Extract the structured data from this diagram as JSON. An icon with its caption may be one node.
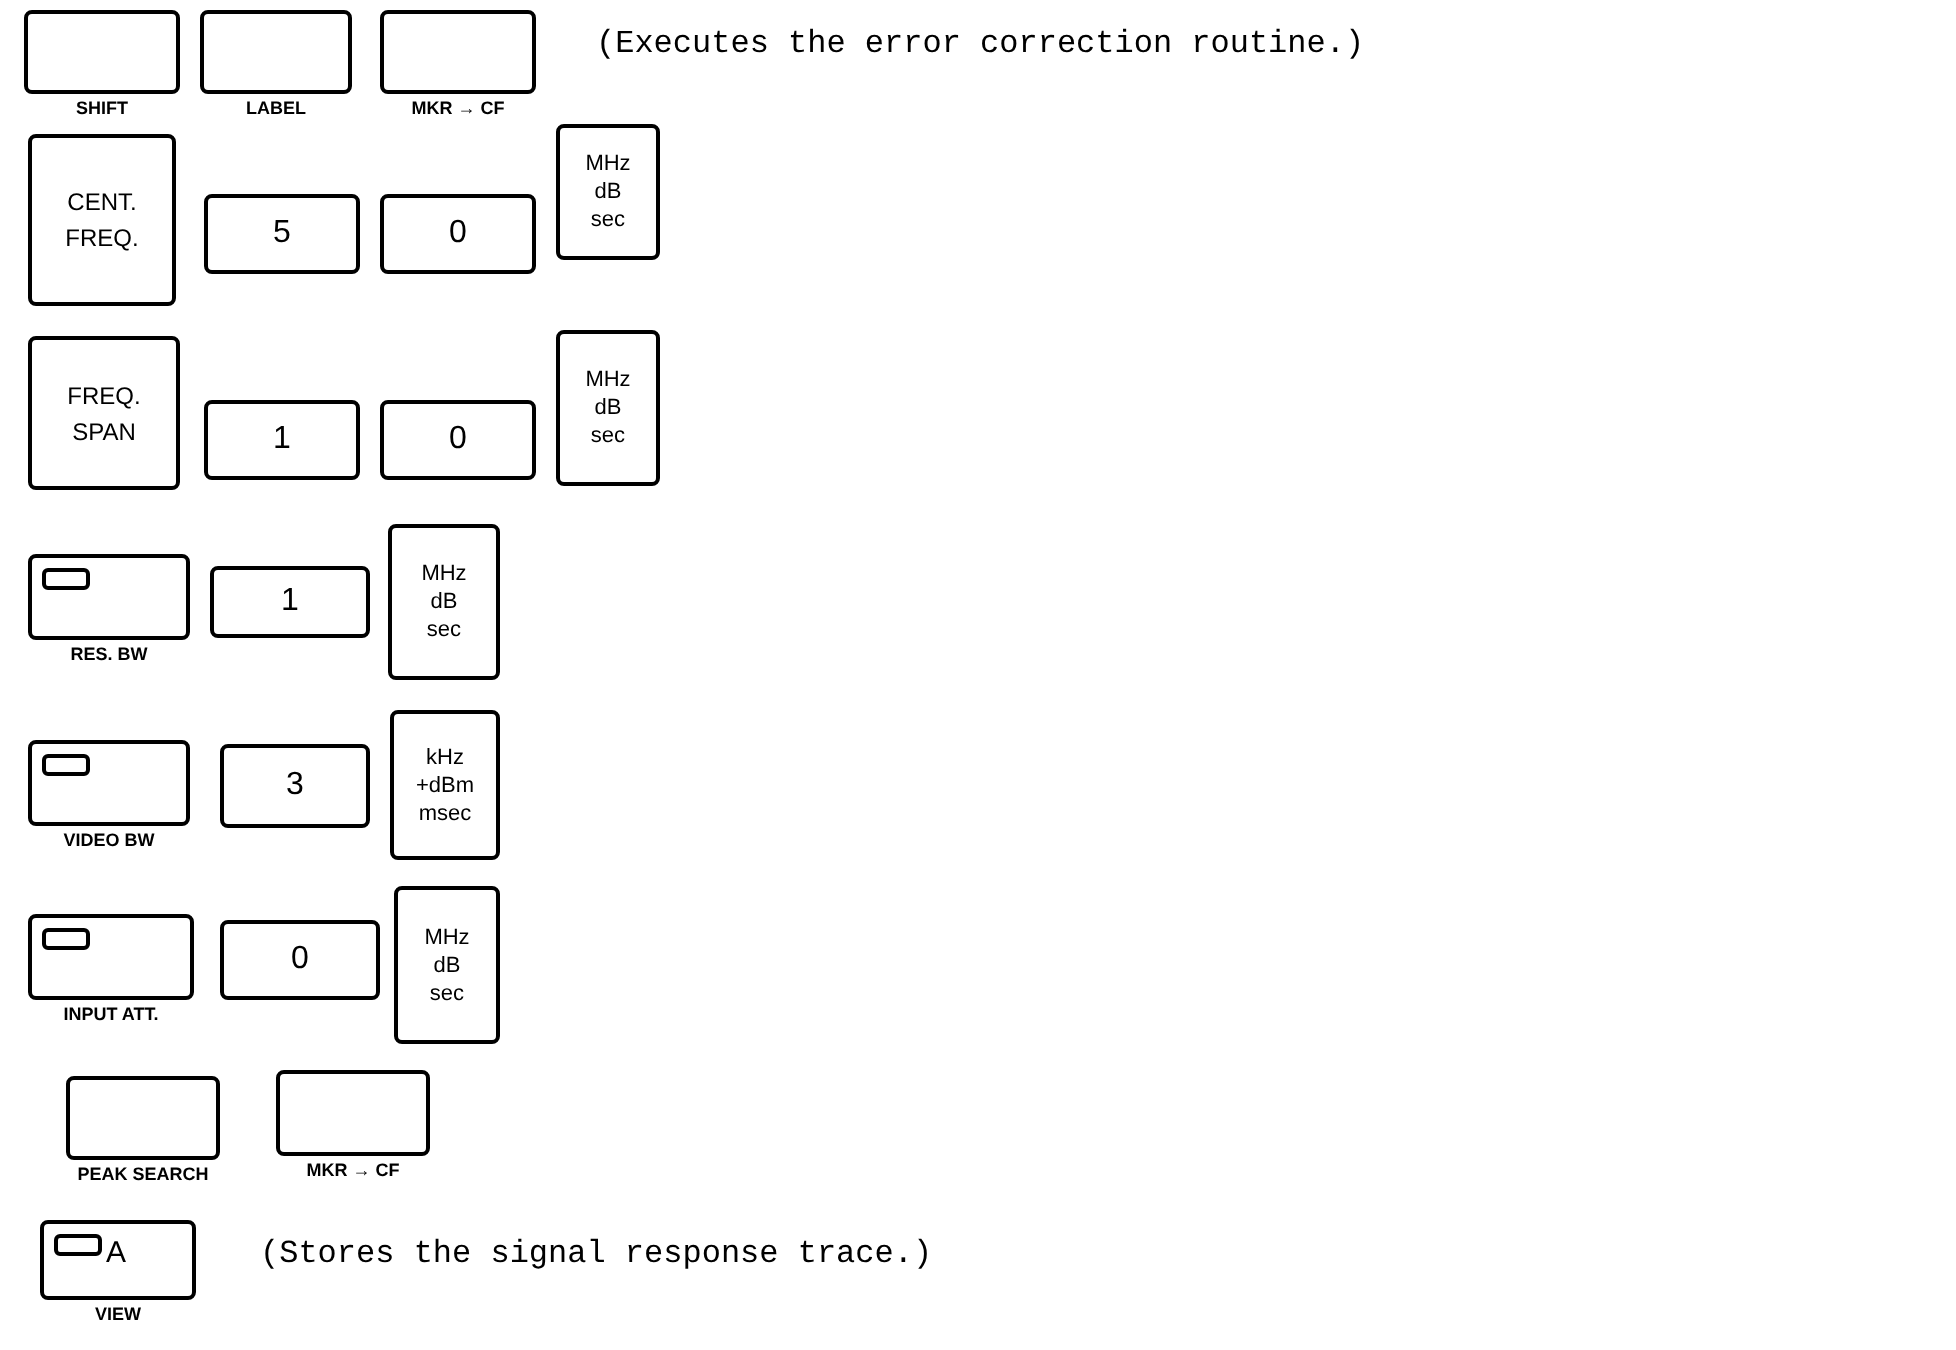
{
  "diagram": {
    "nodes": [
      {
        "text": [
          "SHIFT"
        ]
      },
      {
        "text": [
          "LABEL"
        ]
      },
      {
        "text": [
          "MKR → CF"
        ]
      },
      {
        "text": [
          "CENT. FREQ."
        ]
      },
      {
        "text": [
          "5"
        ]
      },
      {
        "text": [
          "0"
        ]
      },
      {
        "text": [
          "MHz dB sec"
        ]
      },
      {
        "text": [
          "FREQ. SPAN"
        ]
      },
      {
        "text": [
          "1"
        ]
      },
      {
        "text": [
          "0"
        ]
      },
      {
        "text": [
          "MHz dB sec"
        ]
      },
      {
        "text": [
          "RES. BW"
        ]
      },
      {
        "text": [
          "1"
        ]
      },
      {
        "text": [
          "MHz dB sec"
        ]
      },
      {
        "text": [
          "VIDEO BW"
        ]
      },
      {
        "text": [
          "3"
        ]
      },
      {
        "text": [
          "kHz +dBm msec"
        ]
      },
      {
        "text": [
          "INPUT ATT."
        ]
      },
      {
        "text": [
          "0"
        ]
      },
      {
        "text": [
          "MHz dB sec"
        ]
      },
      {
        "text": [
          "PEAK SEARCH"
        ]
      },
      {
        "text": [
          "MKR → CF"
        ]
      },
      {
        "text": [
          "A",
          "VIEW"
        ]
      }
    ],
    "labels": [
      "(Executes the error correction routine.)",
      "(Stores the signal response trace.)"
    ]
  }
}
